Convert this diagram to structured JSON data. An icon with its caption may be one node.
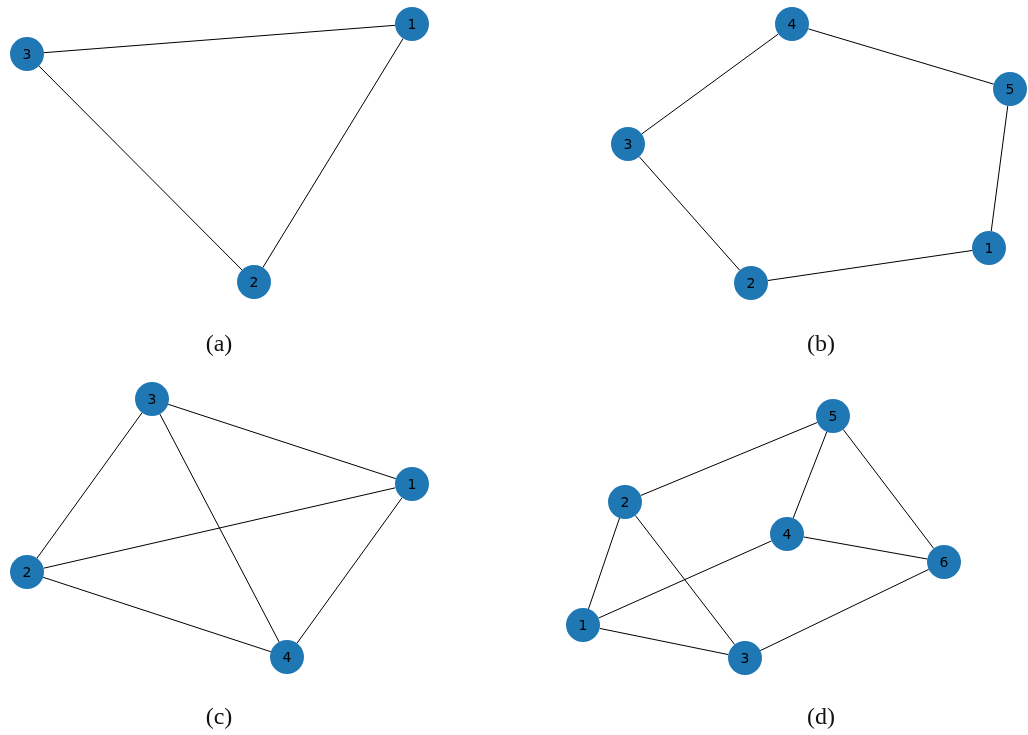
{
  "diagram": {
    "nodes": [
      {
        "text": [
          "1"
        ]
      },
      {
        "text": [
          "3"
        ]
      },
      {
        "text": [
          "2"
        ]
      },
      {
        "text": [
          "4"
        ]
      },
      {
        "text": [
          "5"
        ]
      },
      {
        "text": [
          "3"
        ]
      },
      {
        "text": [
          "1"
        ]
      },
      {
        "text": [
          "2"
        ]
      },
      {
        "text": [
          "3"
        ]
      },
      {
        "text": [
          "1"
        ]
      },
      {
        "text": [
          "2"
        ]
      },
      {
        "text": [
          "4"
        ]
      },
      {
        "text": [
          "5"
        ]
      },
      {
        "text": [
          "2"
        ]
      },
      {
        "text": [
          "4"
        ]
      },
      {
        "text": [
          "6"
        ]
      },
      {
        "text": [
          "1"
        ]
      },
      {
        "text": [
          "3"
        ]
      }
    ],
    "edges": [
      {
        "from": 1,
        "to": 0,
        "arrow": "none"
      },
      {
        "from": 1,
        "to": 2,
        "arrow": "none"
      },
      {
        "from": 0,
        "to": 2,
        "arrow": "none"
      },
      {
        "from": 3,
        "to": 4,
        "arrow": "none"
      },
      {
        "from": 3,
        "to": 5,
        "arrow": "none"
      },
      {
        "from": 5,
        "to": 7,
        "arrow": "none"
      },
      {
        "from": 4,
        "to": 6,
        "arrow": "none"
      },
      {
        "from": 6,
        "to": 7,
        "arrow": "none"
      },
      {
        "from": 8,
        "to": 9,
        "arrow": "none"
      },
      {
        "from": 8,
        "to": 10,
        "arrow": "none"
      },
      {
        "from": 8,
        "to": 11,
        "arrow": "none"
      },
      {
        "from": 10,
        "to": 9,
        "arrow": "none"
      },
      {
        "from": 10,
        "to": 11,
        "arrow": "none"
      },
      {
        "from": 9,
        "to": 11,
        "arrow": "none"
      },
      {
        "from": 12,
        "to": 13,
        "arrow": "none"
      },
      {
        "from": 12,
        "to": 14,
        "arrow": "none"
      },
      {
        "from": 12,
        "to": 15,
        "arrow": "none"
      },
      {
        "from": 13,
        "to": 16,
        "arrow": "none"
      },
      {
        "from": 13,
        "to": 17,
        "arrow": "none"
      },
      {
        "from": 14,
        "to": 16,
        "arrow": "none"
      },
      {
        "from": 14,
        "to": 15,
        "arrow": "none"
      },
      {
        "from": 16,
        "to": 17,
        "arrow": "none"
      },
      {
        "from": 17,
        "to": 15,
        "arrow": "none"
      }
    ],
    "labels": [
      "(a)",
      "(b)",
      "(c)",
      "(d)"
    ]
  }
}
